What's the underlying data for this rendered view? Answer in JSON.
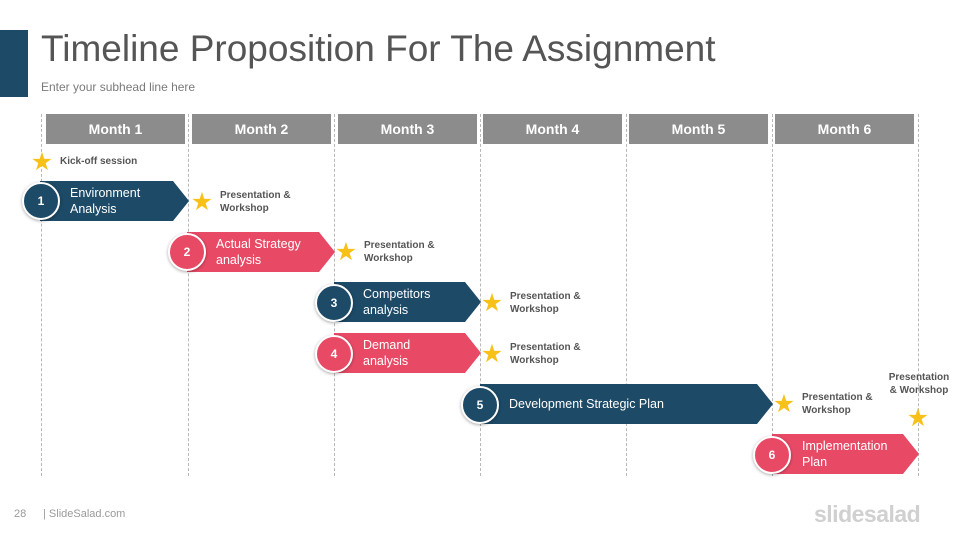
{
  "header": {
    "title": "Timeline Proposition For The Assignment",
    "subtitle": "Enter your subhead  line here"
  },
  "months": [
    "Month 1",
    "Month 2",
    "Month 3",
    "Month 4",
    "Month 5",
    "Month 6"
  ],
  "kickoff_label": "Kick-off session",
  "tasks": [
    {
      "number": "1",
      "label": "Environment Analysis",
      "color": "#1d4a67",
      "milestone": "Presentation & Workshop"
    },
    {
      "number": "2",
      "label": "Actual Strategy analysis",
      "color": "#e84a66",
      "milestone": "Presentation & Workshop"
    },
    {
      "number": "3",
      "label": "Competitors analysis",
      "color": "#1d4a67",
      "milestone": "Presentation & Workshop"
    },
    {
      "number": "4",
      "label": "Demand analysis",
      "color": "#e84a66",
      "milestone": "Presentation & Workshop"
    },
    {
      "number": "5",
      "label": "Development  Strategic Plan",
      "color": "#1d4a67",
      "milestone": "Presentation & Workshop"
    },
    {
      "number": "6",
      "label": "Implementation Plan",
      "color": "#e84a66",
      "milestone": "Presentation & Workshop"
    }
  ],
  "footer": {
    "page_number": "28",
    "brand_text": "| SlideSalad.com",
    "logo_text": "slidesalad"
  },
  "colors": {
    "navy": "#1d4a67",
    "red": "#e84a66",
    "month_header": "#8c8c8c",
    "star": "#f7c11a"
  },
  "icons": {
    "milestone": "star-icon"
  }
}
